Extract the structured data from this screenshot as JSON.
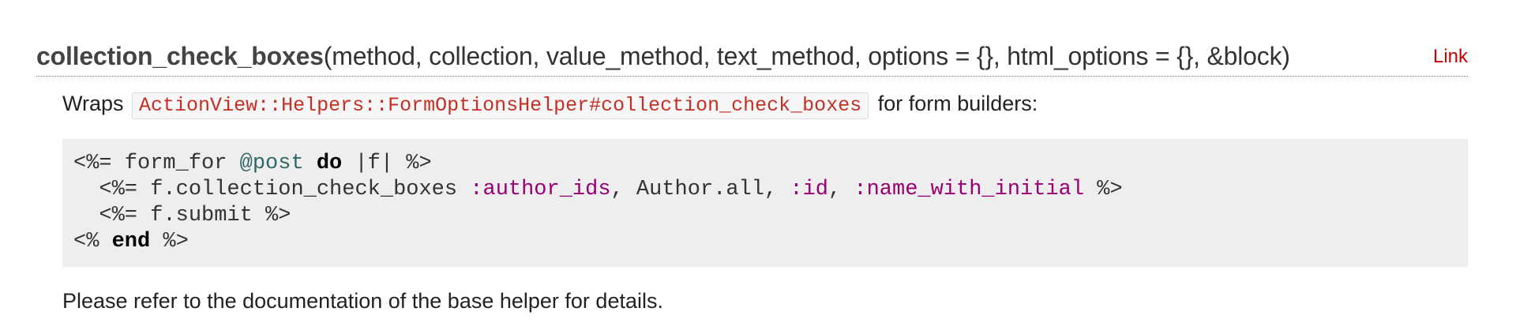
{
  "method": {
    "name": "collection_check_boxes",
    "args": "(method, collection, value_method, text_method, options = {}, html_options = {}, &block)",
    "link_label": "Link"
  },
  "description": {
    "prefix": "Wraps",
    "code": "ActionView::Helpers::FormOptionsHelper#collection_check_boxes",
    "suffix": "for form builders:"
  },
  "code_example": {
    "line1": {
      "open": "<%= form_for ",
      "ivar": "@post",
      "sp": " ",
      "kw": "do",
      "close": " |f| %>"
    },
    "line2": {
      "head": "  <%= f.collection_check_boxes ",
      "sym1": ":author_ids",
      "mid1": ", Author.all, ",
      "sym2": ":id",
      "mid2": ", ",
      "sym3": ":name_with_initial",
      "tail": " %>"
    },
    "line3": {
      "text": "  <%= f.submit %>"
    },
    "line4": {
      "open": "<% ",
      "kw": "end",
      "close": " %>"
    }
  },
  "footer": {
    "text": "Please refer to the documentation of the base helper for details."
  },
  "colors": {
    "link": "#cc0000",
    "inline_code": "#c52f24",
    "code_bg": "#eeeeee",
    "instance_variable": "#336666",
    "symbol": "#990073"
  }
}
